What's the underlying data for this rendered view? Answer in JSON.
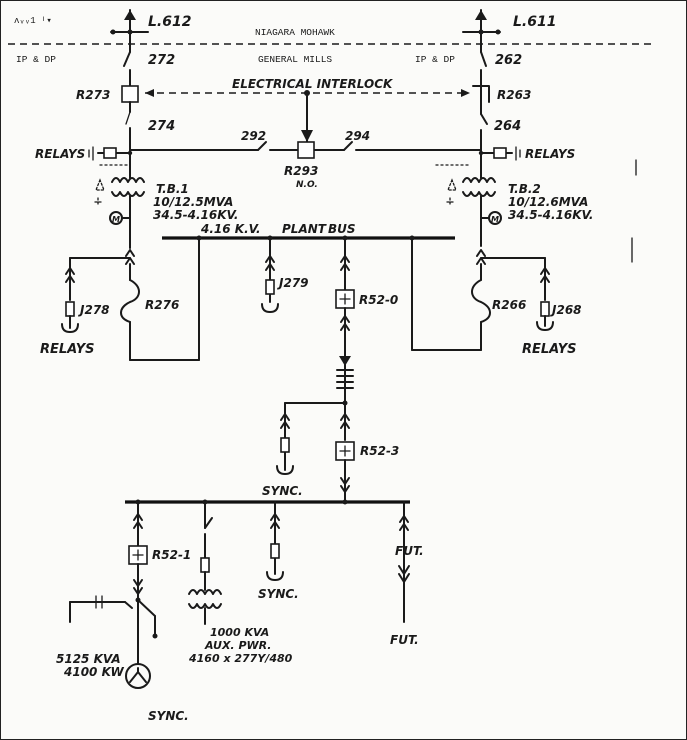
{
  "lines": {
    "left": "L.612",
    "right": "L.611",
    "utility": "NIAGARA MOHAWK",
    "plant": "GENERAL MILLS",
    "ownership_left": "IP & DP",
    "ownership_right": "IP & DP",
    "corner_scribble": "ʌᵥᵥ1 ᴵ▾"
  },
  "switches": {
    "s272": "272",
    "s262": "262",
    "s274": "274",
    "s264": "264",
    "s292": "292",
    "s294": "294"
  },
  "breakers": {
    "r273": "R273",
    "r263": "R263",
    "r293": "R293",
    "r293_state": "N.O.",
    "r52_0": "R52-0",
    "r52_3": "R52-3",
    "r52_1": "R52-1"
  },
  "interlock": "ELECTRICAL INTERLOCK",
  "relays": {
    "left_top": "RELAYS",
    "right_top": "RELAYS",
    "left_bottom": "RELAYS",
    "right_bottom": "RELAYS"
  },
  "transformers": {
    "tb1_name": "T.B.1",
    "tb1_rating": "10/12.5MVA",
    "tb1_voltage": "34.5-4.16KV.",
    "tb2_name": "T.B.2",
    "tb2_rating": "10/12.6MVA",
    "tb2_voltage": "34.5-4.16KV."
  },
  "plant_bus": {
    "voltage": "4.16 K.V.",
    "word1": "PLANT",
    "word2": "BUS"
  },
  "reactors": {
    "r276": "R276",
    "r266": "R266"
  },
  "cts": {
    "j278": "J278",
    "j279": "J279",
    "j268": "J268"
  },
  "feeders": {
    "sync1": "SYNC.",
    "sync2": "SYNC.",
    "sync3": "SYNC.",
    "fut1": "FUT.",
    "fut2": "FUT."
  },
  "aux_transformer": {
    "rating": "1000 KVA",
    "name": "AUX. PWR.",
    "voltage": "4160 x 277Y/480"
  },
  "generator": {
    "kva": "5125 KVA",
    "kw": "4100 KW"
  },
  "motor_symbol": "M"
}
